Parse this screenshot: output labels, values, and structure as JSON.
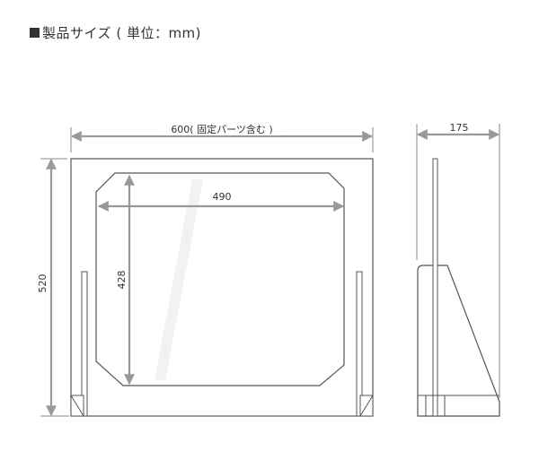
{
  "title": {
    "marker": "■",
    "text": "製品サイズ ( 単位：mm)"
  },
  "dimensions": {
    "overall_width": "600( 固定パーツ含む )",
    "depth": "175",
    "panel_width": "490",
    "overall_height": "520",
    "panel_height": "428"
  },
  "colors": {
    "outline": "#555555",
    "dimension_line": "#888888",
    "dimension_arrow": "#999999",
    "text": "#333333"
  }
}
